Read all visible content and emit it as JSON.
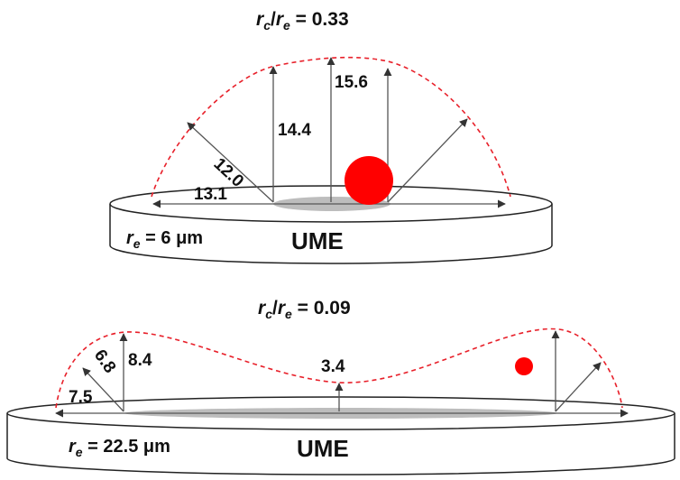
{
  "top": {
    "title": {
      "r": "r",
      "c": "c",
      "slash": "/",
      "e": "e",
      "value": " = 0.33"
    },
    "radius": {
      "r": "r",
      "e": "e",
      "value": " = 6 μm"
    },
    "electrode": "UME",
    "labels": {
      "a": "13.1",
      "b": "12.0",
      "c": "14.4",
      "d": "15.6"
    }
  },
  "bottom": {
    "title": {
      "r": "r",
      "c": "c",
      "slash": "/",
      "e": "e",
      "value": " = 0.09"
    },
    "radius": {
      "r": "r",
      "e": "e",
      "value": " = 22.5 μm"
    },
    "electrode": "UME",
    "labels": {
      "a": "7.5",
      "b": "6.8",
      "c": "8.4",
      "d": "3.4"
    }
  },
  "colors": {
    "particle": "#ff0000",
    "boundary": "#e8202a",
    "arrow": "#555555"
  }
}
